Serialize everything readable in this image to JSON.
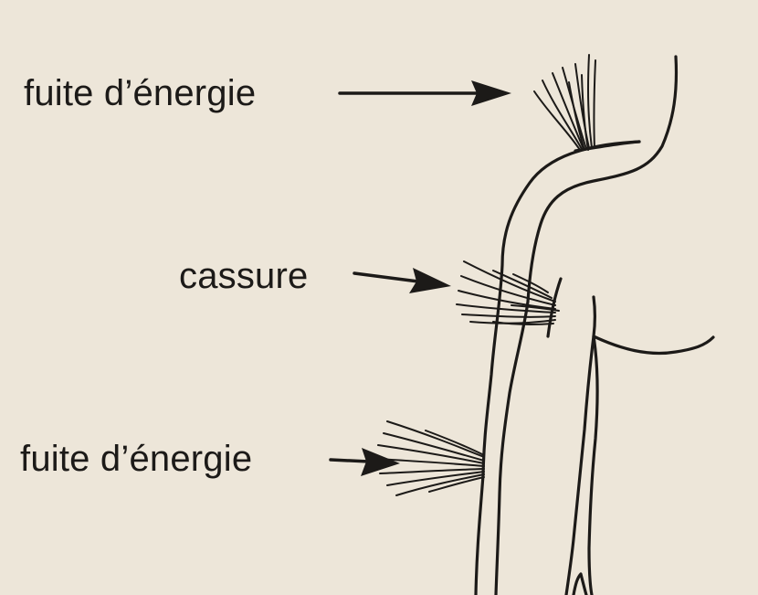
{
  "labels": {
    "top": "fuite d’énergie",
    "middle": "cassure",
    "bottom": "fuite d’énergie"
  },
  "colors": {
    "background": "#ede6d9",
    "ink": "#1c1a18"
  }
}
